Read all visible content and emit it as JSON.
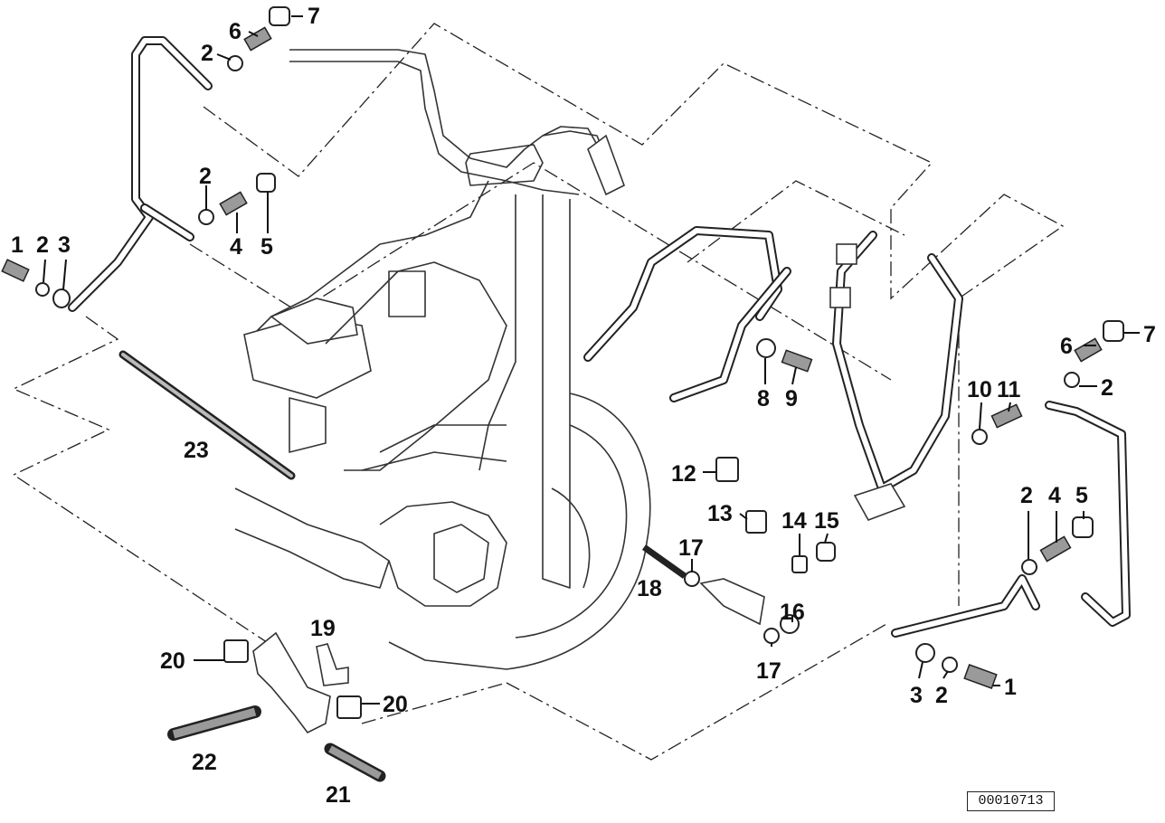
{
  "callouts": {
    "c1a": "1",
    "c2a": "2",
    "c3a": "3",
    "c2b": "2",
    "c4a": "4",
    "c5a": "5",
    "c2c": "2",
    "c6a": "6",
    "c7a": "7",
    "c8": "8",
    "c9": "9",
    "c10": "10",
    "c11": "11",
    "c12": "12",
    "c13": "13",
    "c14": "14",
    "c15": "15",
    "c16": "16",
    "c17a": "17",
    "c17b": "17",
    "c18": "18",
    "c19": "19",
    "c20a": "20",
    "c20b": "20",
    "c21": "21",
    "c22": "22",
    "c23": "23",
    "c6b": "6",
    "c7b": "7",
    "c2d": "2",
    "c2e": "2",
    "c4b": "4",
    "c5b": "5",
    "c3b": "3",
    "c2f": "2",
    "c1b": "1"
  },
  "reference_number": "00010713"
}
